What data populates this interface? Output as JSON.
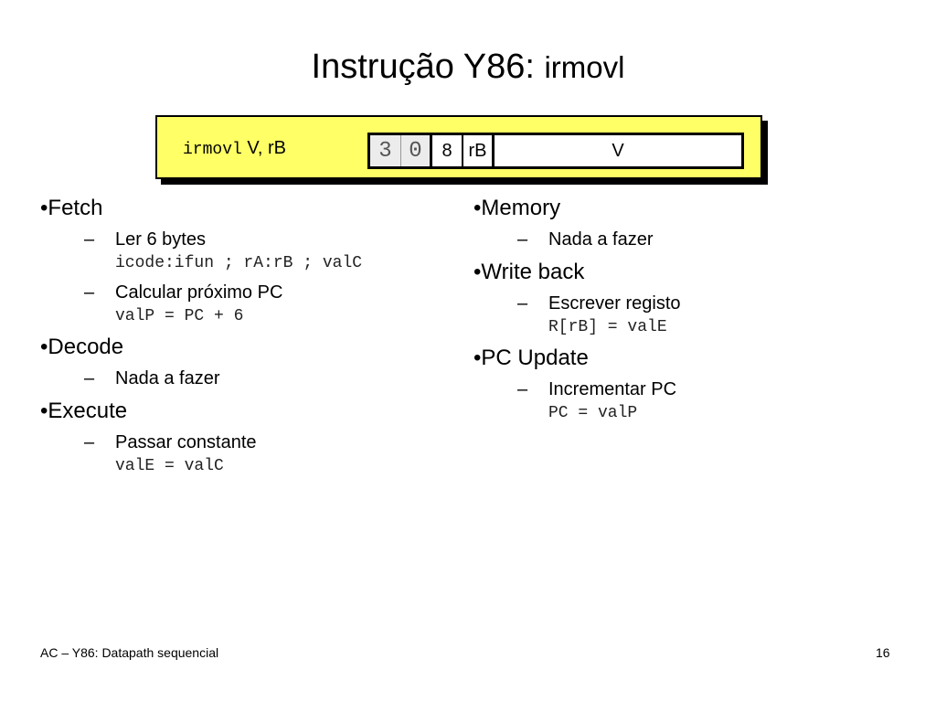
{
  "slide": {
    "title_main": "Instrução Y86: ",
    "title_sub": "irmovl"
  },
  "encoding": {
    "mnemonic": "irmovl",
    "operands": " V, rB",
    "fields": [
      "3",
      "0",
      "8",
      "rB",
      "V"
    ]
  },
  "left_column": [
    {
      "name": "•Fetch",
      "steps": [
        {
          "text": "Ler 6 bytes",
          "code": "icode:ifun ; rA:rB ; valC"
        },
        {
          "text": "Calcular próximo PC",
          "code": "valP = PC + 6"
        }
      ]
    },
    {
      "name": "•Decode",
      "steps": [
        {
          "text": "Nada a fazer",
          "code": ""
        }
      ]
    },
    {
      "name": "•Execute",
      "steps": [
        {
          "text": "Passar constante",
          "code": "valE = valC"
        }
      ]
    }
  ],
  "right_column": [
    {
      "name": "•Memory",
      "steps": [
        {
          "text": "Nada a fazer",
          "code": ""
        }
      ]
    },
    {
      "name": "•Write back",
      "steps": [
        {
          "text": "Escrever registo",
          "code": "R[rB] = valE"
        }
      ]
    },
    {
      "name": "•PC Update",
      "steps": [
        {
          "text": "Incrementar PC",
          "code": "PC = valP"
        }
      ]
    }
  ],
  "step_bullet": "–",
  "footer": {
    "left": "AC – Y86: Datapath sequencial",
    "page": "16"
  }
}
